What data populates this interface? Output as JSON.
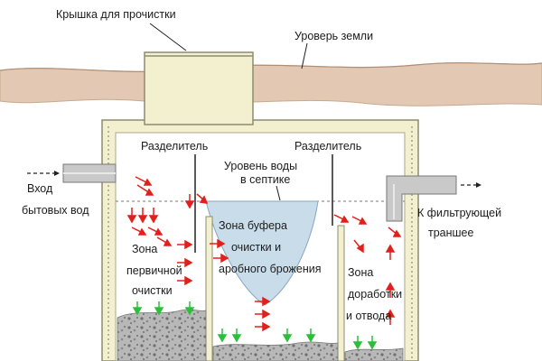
{
  "labels": {
    "cleanout_cover": "Крышка для прочистки",
    "ground_level": "Уроверь земли",
    "divider_left": "Разделитель",
    "divider_right": "Разделитель",
    "water_level_1": "Уровень воды",
    "water_level_2": "в септике",
    "inlet_1": "Вход",
    "inlet_2": "бытовых вод",
    "outlet_1": "К фильтрующей",
    "outlet_2": "траншее",
    "zone_primary_1": "Зона",
    "zone_primary_2": "первичной",
    "zone_primary_3": "очистки",
    "zone_buffer_1": "Зона буфера",
    "zone_buffer_2": "очистки и",
    "zone_buffer_3": "аробного брожения",
    "zone_final_1": "Зона",
    "zone_final_2": "доработки",
    "zone_final_3": "и отвода"
  },
  "colors": {
    "soil": "#e3c9b3",
    "tank_wall": "#f3f0cf",
    "tank_inner": "#ffffff",
    "water": "#c9dcea",
    "pipe": "#c9c9c9",
    "flow_arrow": "#e0201c",
    "settle_arrow": "#2bbf3a",
    "sediment": "#9a9a9a"
  }
}
